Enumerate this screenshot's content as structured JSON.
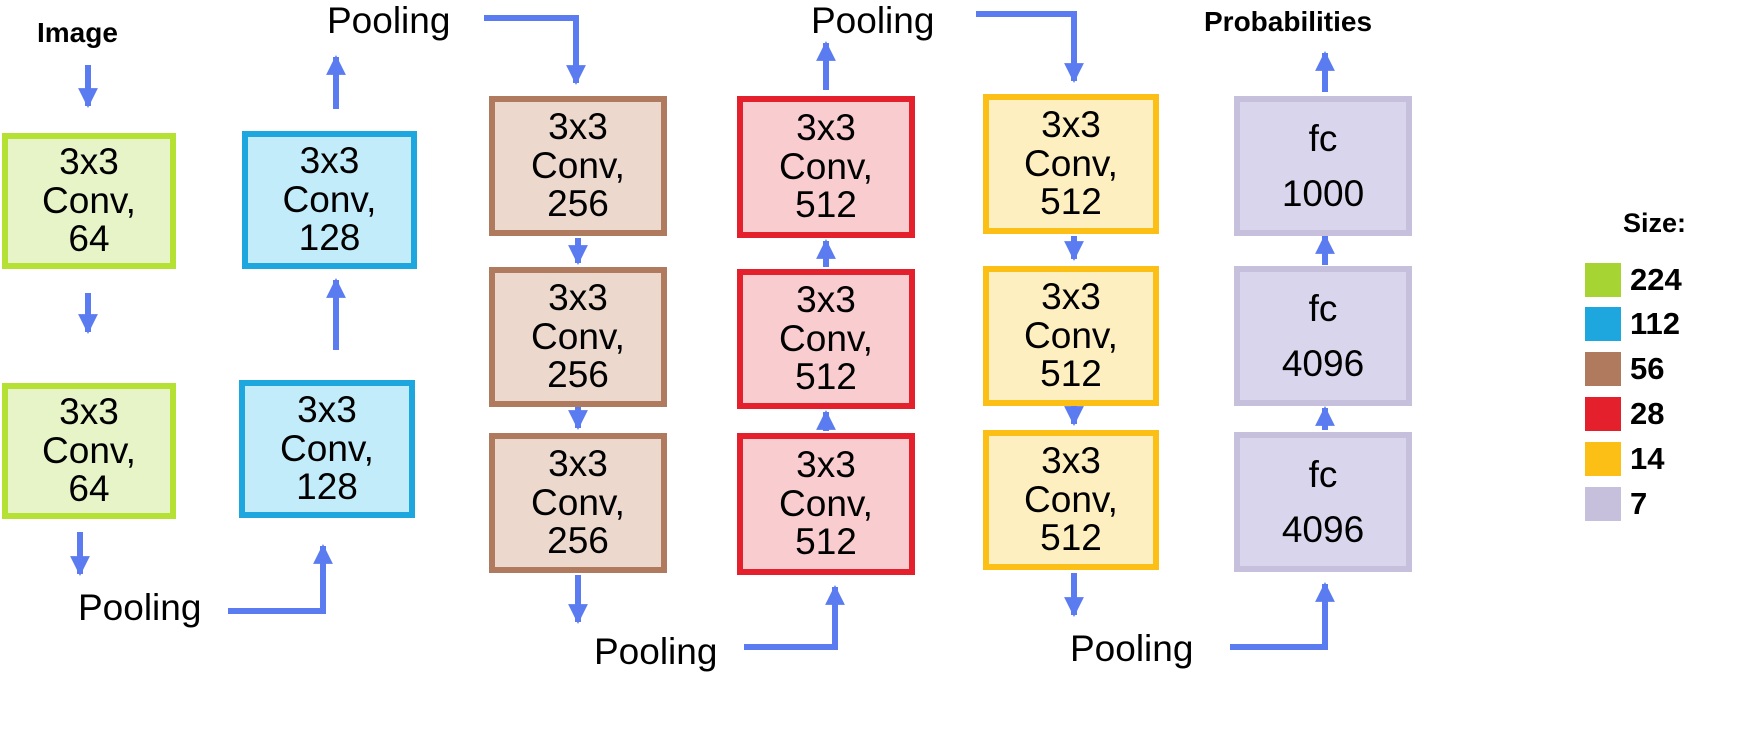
{
  "labels": {
    "image": "Image",
    "probabilities": "Probabilities",
    "pooling": "Pooling"
  },
  "blocks": {
    "conv64": {
      "lines": [
        "3x3",
        "Conv,",
        "64"
      ]
    },
    "conv128": {
      "lines": [
        "3x3",
        "Conv,",
        "128"
      ]
    },
    "conv256": {
      "lines": [
        "3x3",
        "Conv,",
        "256"
      ]
    },
    "conv512": {
      "lines": [
        "3x3",
        "Conv,",
        "512"
      ]
    },
    "fc1000": {
      "lines": [
        "fc",
        "1000"
      ]
    },
    "fc4096": {
      "lines": [
        "fc",
        "4096"
      ]
    }
  },
  "legend": {
    "title": "Size:",
    "items": [
      {
        "label": "224",
        "color": "#a6d533"
      },
      {
        "label": "112",
        "color": "#1ea6df"
      },
      {
        "label": "56",
        "color": "#b07a5e"
      },
      {
        "label": "28",
        "color": "#e5202d"
      },
      {
        "label": "14",
        "color": "#fcbf16"
      },
      {
        "label": "7",
        "color": "#c6c0dc"
      }
    ]
  },
  "colors": {
    "arrow": "#5b7cf0",
    "size_224": {
      "border": "#b5e034",
      "fill": "#e6f4c8"
    },
    "size_112": {
      "border": "#1ea6df",
      "fill": "#c2ecfa"
    },
    "size_56": {
      "border": "#b07a5e",
      "fill": "#ecd8cc"
    },
    "size_28": {
      "border": "#e5202d",
      "fill": "#f9cccf"
    },
    "size_14": {
      "border": "#fcbf16",
      "fill": "#fdefc0"
    },
    "size_7": {
      "border": "#c6c0dc",
      "fill": "#d9d5ec"
    }
  }
}
